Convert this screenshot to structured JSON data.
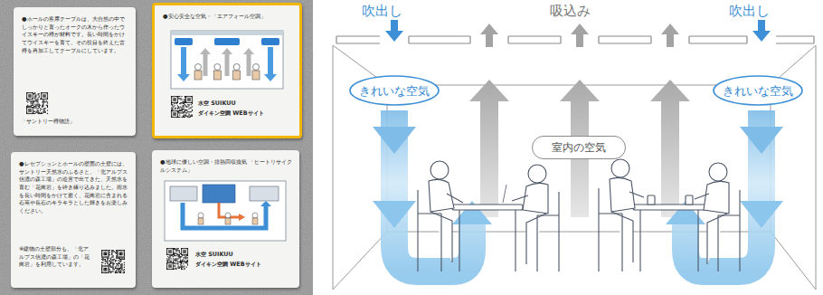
{
  "diagram": {
    "nodes": [
      {
        "text": [
          "●ホールの客席テーブルは、大自然の中でしっかりと育ったオークの木から作ったウイスキーの樽が材料です。長い時間をかけてウイスキーを育て、その役目を終えた古樽を再加工してテーブルにしています。",
          "「サントリー樽物語」"
        ]
      },
      {
        "text": [
          "●安心安全な空気・「エアフォール空調」",
          "水空 SUIKUU",
          "ダイキン空調 WEBサイト"
        ]
      },
      {
        "text": [
          "●レセプションとホールの壁面の土壁には、サントリー天然水のふるさと、「北アルプス信濃の森工場」の造営で出てきた、天然水を育む「花崗岩」を砕き練り込みました。雨水を長い時間をかけて磨く、花崗岩に含まれる石英や長石のキラキラとした輝きをお楽しみください。",
          "※建物の土壁部分も、「北アルプス信濃の森工場」の「花崗岩」を利用しています。"
        ]
      },
      {
        "text": [
          "●地球に優しい空調・排熱回収換気 「ヒートリサイクルシステム」",
          "水空 SUIKUU",
          "ダイキン空調 WEBサイト"
        ]
      },
      {
        "text": [
          "きれいな空気"
        ]
      },
      {
        "text": [
          "きれいな空気"
        ]
      },
      {
        "text": [
          "室内の空気"
        ]
      }
    ],
    "labels": [
      "吹出し",
      "吸込み",
      "吹出し"
    ]
  }
}
